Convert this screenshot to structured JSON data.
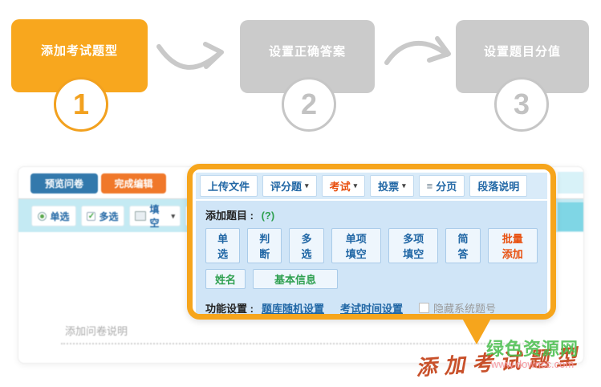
{
  "steps": {
    "items": [
      {
        "label": "添加考试题型",
        "number": "1",
        "state": "active"
      },
      {
        "label": "设置正确答案",
        "number": "2",
        "state": "inactive"
      },
      {
        "label": "设置题目分值",
        "number": "3",
        "state": "inactive"
      }
    ]
  },
  "editor": {
    "preview_button": "预览问卷",
    "finish_button": "完成编辑",
    "toolbar": [
      {
        "label": "单选"
      },
      {
        "label": "多选"
      },
      {
        "label": "填空"
      }
    ],
    "add_description": "添加问卷说明"
  },
  "popup": {
    "tabs": [
      {
        "label": "上传文件"
      },
      {
        "label": "评分题"
      },
      {
        "label": "考试"
      },
      {
        "label": "投票"
      },
      {
        "label": "分页"
      },
      {
        "label": "段落说明"
      }
    ],
    "add_question_label": "添加题目 :",
    "help": "(?)",
    "question_types": [
      "单选",
      "判断",
      "多选",
      "单项填空",
      "多项填空",
      "简答"
    ],
    "batch_add": "批量添加",
    "info_types": [
      "姓名",
      "基本信息"
    ],
    "function_settings_label": "功能设置 :",
    "links": [
      "题库随机设置",
      "考试时间设置"
    ],
    "checkbox_label": "隐藏系统题号"
  },
  "annotation": "添加考试题型",
  "watermark": {
    "site": "绿色资源网",
    "url": "www.downcc.com"
  },
  "icons": {
    "caret_down": "▾",
    "pages": "≡",
    "check": "✓"
  },
  "colors": {
    "accent_orange": "#F8A71E",
    "inactive_gray": "#CBCBCB",
    "link_blue": "#2167A5",
    "active_red": "#E8500F",
    "green": "#2FA050",
    "panel_blue": "#D0E5F7"
  }
}
